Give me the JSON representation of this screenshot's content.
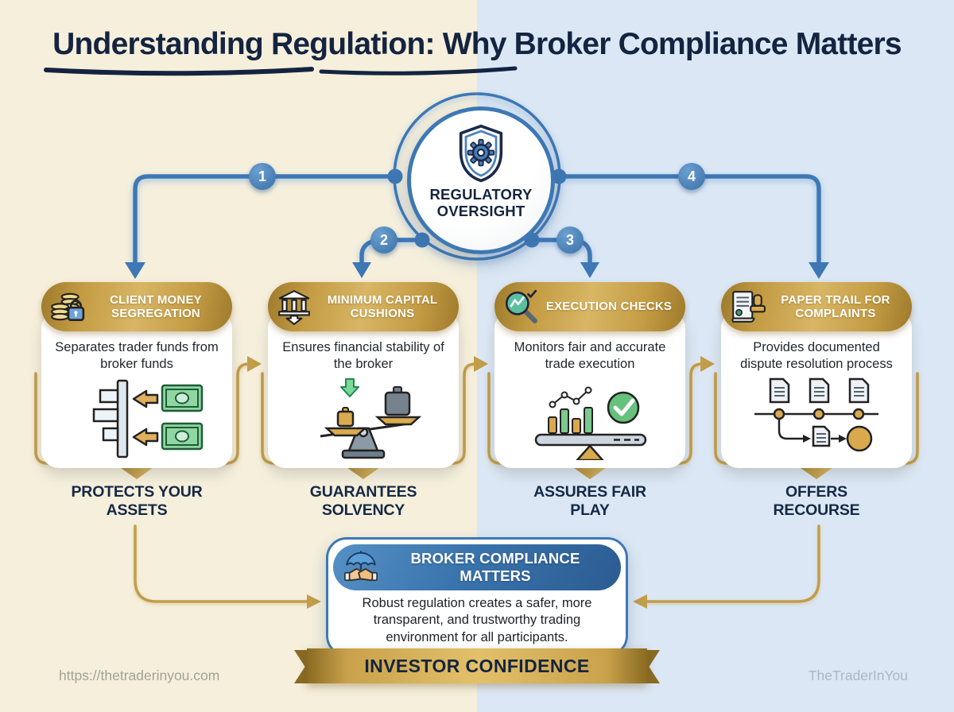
{
  "page": {
    "title": "Understanding Regulation: Why Broker Compliance Matters",
    "footer_left": "https://thetraderinyou.com",
    "footer_right": "TheTraderInYou"
  },
  "hub": {
    "icon": "shield-gear-icon",
    "label": "REGULATORY OVERSIGHT"
  },
  "branches": [
    {
      "number": "1"
    },
    {
      "number": "2"
    },
    {
      "number": "3"
    },
    {
      "number": "4"
    }
  ],
  "cards": [
    {
      "number": "1",
      "icon": "coins-lock-icon",
      "title": "CLIENT MONEY SEGREGATION",
      "description": "Separates trader funds from broker funds",
      "illustration": "funds-separation-icon",
      "outcome": "PROTECTS YOUR ASSETS"
    },
    {
      "number": "2",
      "icon": "bank-icon",
      "title": "MINIMUM CAPITAL CUSHIONS",
      "description": "Ensures financial stability of the broker",
      "illustration": "balance-scale-icon",
      "outcome": "GUARANTEES SOLVENCY"
    },
    {
      "number": "3",
      "icon": "magnifier-chart-icon",
      "title": "EXECUTION CHECKS",
      "description": "Monitors fair and accurate trade execution",
      "illustration": "chart-check-balance-icon",
      "outcome": "ASSURES FAIR PLAY"
    },
    {
      "number": "4",
      "icon": "document-stamp-icon",
      "title": "PAPER TRAIL FOR COMPLAINTS",
      "description": "Provides documented dispute resolution process",
      "illustration": "document-flow-icon",
      "outcome": "OFFERS RECOURSE"
    }
  ],
  "conclusion": {
    "icon": "umbrella-handshake-icon",
    "title": "BROKER COMPLIANCE MATTERS",
    "description": "Robust regulation creates a safer, more transparent, and trustworthy trading environment for all participants.",
    "banner": "INVESTOR CONFIDENCE"
  },
  "colors": {
    "background_left": "#f5efdc",
    "background_right": "#dbe7f4",
    "navy": "#16243e",
    "blue_line": "#3d78b5",
    "gold": "#c9a24b",
    "gold_dark": "#8a6b22",
    "green": "#66c17c"
  }
}
